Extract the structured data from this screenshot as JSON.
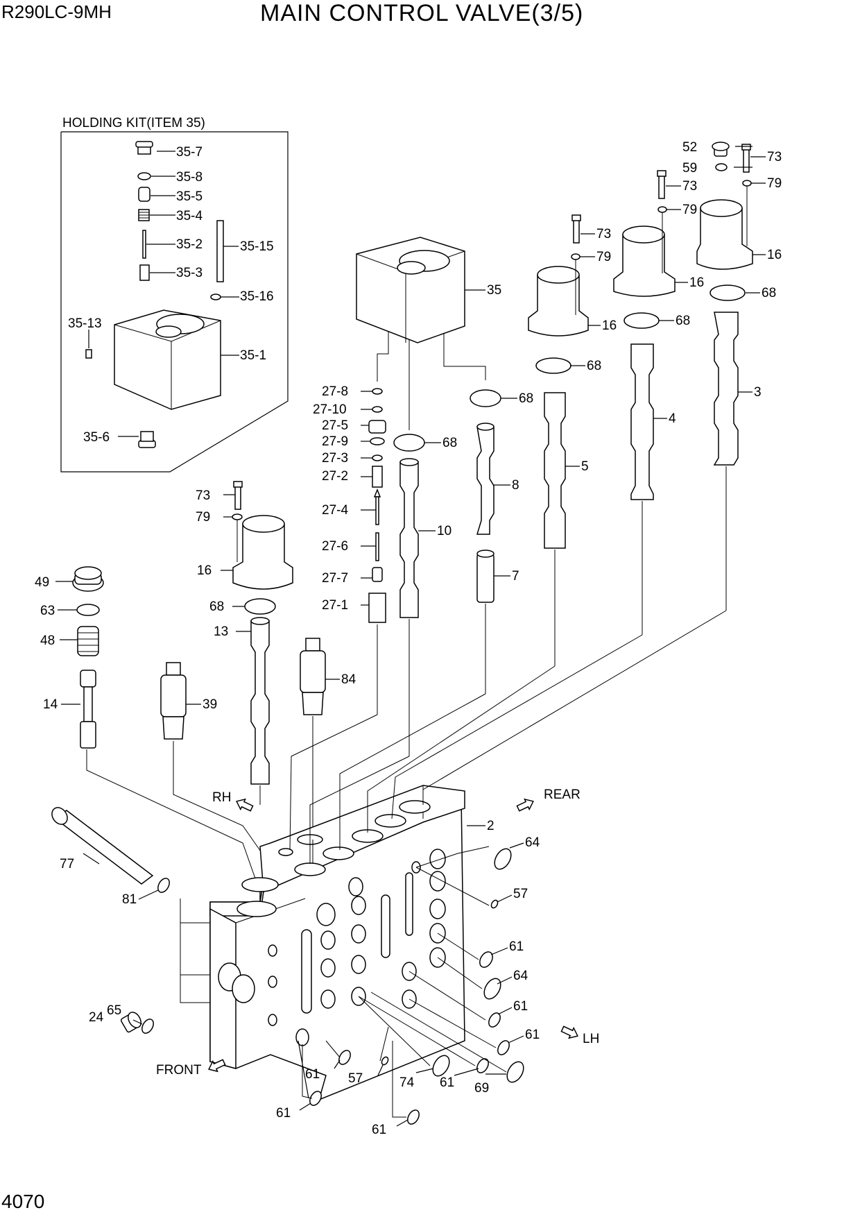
{
  "header": {
    "model": "R290LC-9MH",
    "title": "MAIN CONTROL VALVE(3/5)",
    "page_number": "4070"
  },
  "kit": {
    "title": "HOLDING KIT(ITEM 35)"
  },
  "directions": {
    "rh": "RH",
    "rear": "REAR",
    "lh": "LH",
    "front": "FRONT"
  },
  "labels": {
    "k35_7": "35-7",
    "k35_8": "35-8",
    "k35_5": "35-5",
    "k35_4": "35-4",
    "k35_2": "35-2",
    "k35_15": "35-15",
    "k35_3": "35-3",
    "k35_16": "35-16",
    "k35_13": "35-13",
    "k35_1": "35-1",
    "k35_6": "35-6",
    "p35": "35",
    "p27_8": "27-8",
    "p27_10": "27-10",
    "p27_5": "27-5",
    "p27_9": "27-9",
    "p27_3": "27-3",
    "p27_2": "27-2",
    "p27_4": "27-4",
    "p27_6": "27-6",
    "p27_7": "27-7",
    "p27_1": "27-1",
    "p52": "52",
    "p59": "59",
    "p73": "73",
    "p79": "79",
    "p16": "16",
    "p68": "68",
    "p3": "3",
    "p4": "4",
    "p5": "5",
    "p8": "8",
    "p7": "7",
    "p10": "10",
    "p13": "13",
    "p84": "84",
    "p39": "39",
    "p14": "14",
    "p49": "49",
    "p63": "63",
    "p48": "48",
    "p2": "2",
    "p64": "64",
    "p57": "57",
    "p61": "61",
    "p69": "69",
    "p74": "74",
    "p77": "77",
    "p81": "81",
    "p24": "24",
    "p65": "65"
  }
}
